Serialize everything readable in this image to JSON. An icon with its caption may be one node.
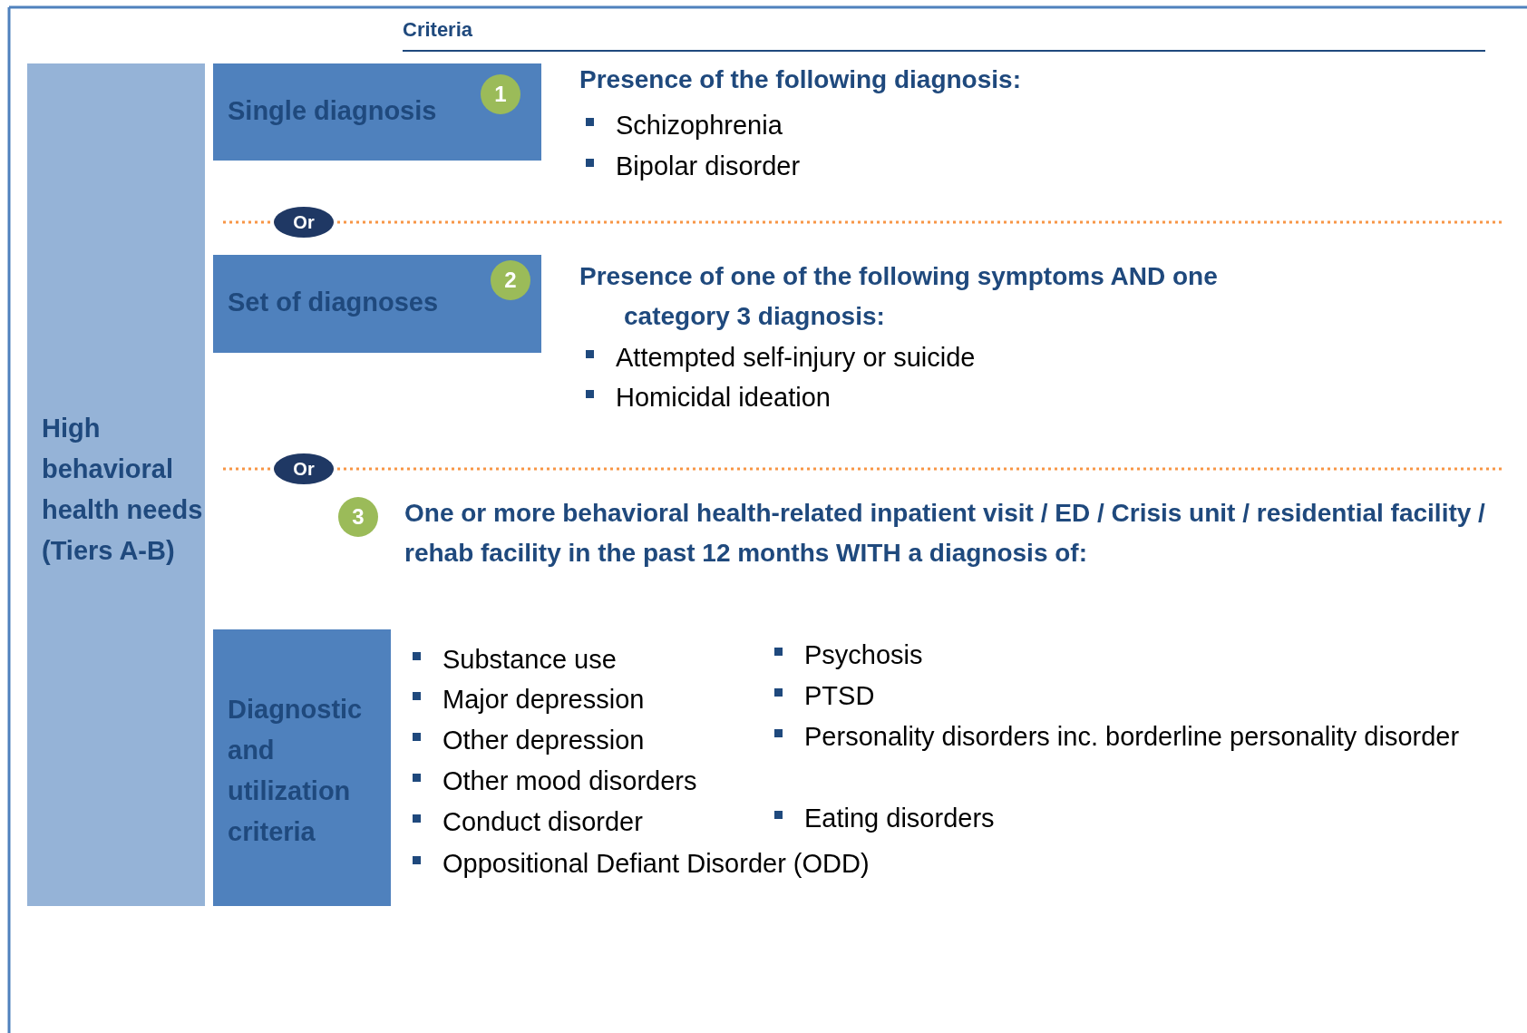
{
  "diagram": {
    "nodes": [
      {
        "text": [
          "High behavioral health needs (Tiers A-B)"
        ]
      },
      {
        "text": [
          "Single diagnosis"
        ]
      },
      {
        "text": [
          "1"
        ],
        "in": 1
      },
      {
        "text": [
          "Or"
        ]
      },
      {
        "text": [
          "Set of diagnoses"
        ]
      },
      {
        "text": [
          "2"
        ],
        "in": 4
      },
      {
        "text": [
          "Or"
        ]
      },
      {
        "text": [
          "3"
        ]
      },
      {
        "text": [
          "Diagnostic and utilization criteria"
        ]
      }
    ],
    "edges": [],
    "labels": [
      "Criteria",
      "Presence of the following diagnosis:",
      "Schizophrenia",
      "Bipolar disorder",
      "Presence of one of the following symptoms AND one category 3 diagnosis:",
      "Attempted self-injury or suicide",
      "Homicidal ideation",
      "One or more behavioral health-related inpatient visit / ED / Crisis unit / residential facility / rehab facility in the past 12 months WITH a diagnosis of:",
      "Substance use",
      "Major depression",
      "Other depression",
      "Other mood disorders",
      "Conduct disorder",
      "Oppositional Defiant Disorder (ODD)",
      "Psychosis",
      "PTSD",
      "Personality disorders inc. borderline personality disorder",
      "Eating disorders"
    ]
  }
}
